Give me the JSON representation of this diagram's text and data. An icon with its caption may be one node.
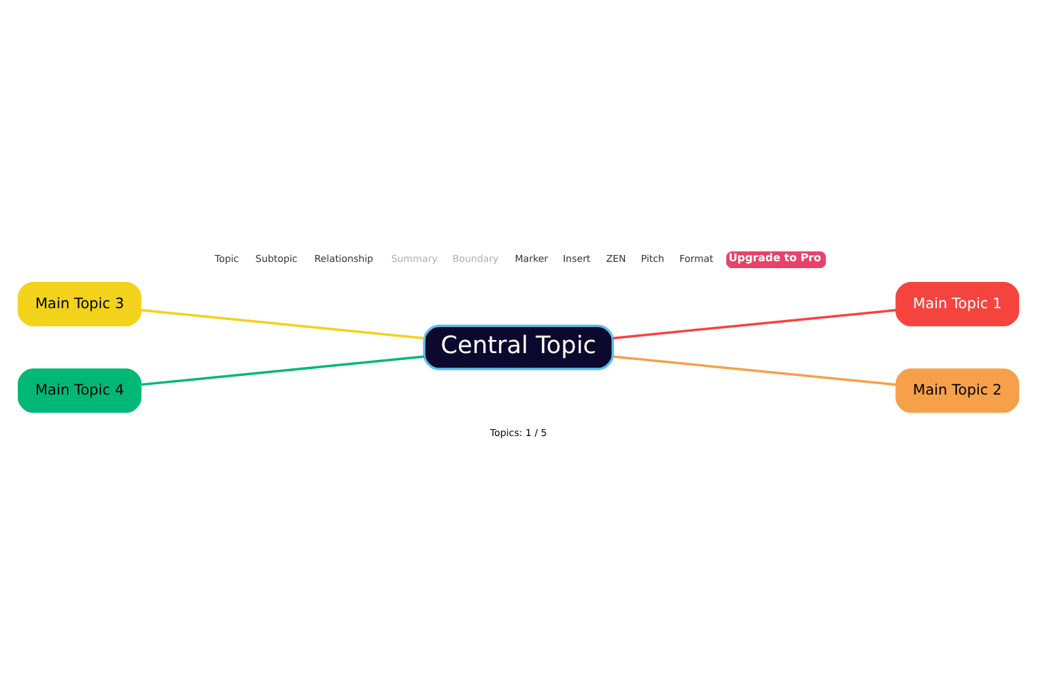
{
  "diagram": {
    "nodes": [
      {
        "text": [
          "Central Topic"
        ]
      },
      {
        "text": [
          "Main Topic 1"
        ]
      },
      {
        "text": [
          "Main Topic 2"
        ]
      },
      {
        "text": [
          "Main Topic 3"
        ]
      },
      {
        "text": [
          "Main Topic 4"
        ]
      }
    ],
    "edges": [
      {
        "from": 0,
        "to": 1,
        "arrow": "none",
        "color": "#f5443e"
      },
      {
        "from": 0,
        "to": 2,
        "arrow": "none",
        "color": "#f7a04a"
      },
      {
        "from": 0,
        "to": 3,
        "arrow": "none",
        "color": "#f2d21b"
      },
      {
        "from": 0,
        "to": 4,
        "arrow": "none",
        "color": "#00b876"
      }
    ],
    "labels": [
      "Topic",
      "Subtopic",
      "Relationship",
      "Summary",
      "Boundary",
      "Marker",
      "Insert",
      "ZEN",
      "Pitch",
      "Format",
      "Upgrade to Pro",
      "Topics: 1 / 5"
    ]
  }
}
